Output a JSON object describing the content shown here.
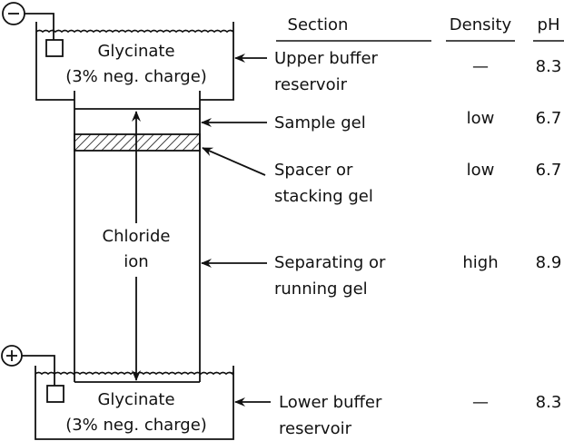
{
  "diagram": {
    "electrodes": {
      "negative_symbol": "−",
      "positive_symbol": "+"
    },
    "upper_reservoir": {
      "label_line1": "Glycinate",
      "label_line2": "(3% neg. charge)"
    },
    "lower_reservoir": {
      "label_line1": "Glycinate",
      "label_line2": "(3% neg. charge)"
    },
    "gel_column": {
      "ion_label_line1": "Chloride",
      "ion_label_line2": "ion"
    }
  },
  "table": {
    "headers": {
      "section": "Section",
      "density": "Density",
      "ph": "pH"
    },
    "rows": [
      {
        "section_line1": "Upper buffer",
        "section_line2": "reservoir",
        "density": "—",
        "ph": "8.3"
      },
      {
        "section_line1": "Sample gel",
        "section_line2": "",
        "density": "low",
        "ph": "6.7"
      },
      {
        "section_line1": "Spacer or",
        "section_line2": "stacking gel",
        "density": "low",
        "ph": "6.7"
      },
      {
        "section_line1": "Separating or",
        "section_line2": "running gel",
        "density": "high",
        "ph": "8.9"
      },
      {
        "section_line1": "Lower buffer",
        "section_line2": "reservoir",
        "density": "—",
        "ph": "8.3"
      }
    ]
  }
}
